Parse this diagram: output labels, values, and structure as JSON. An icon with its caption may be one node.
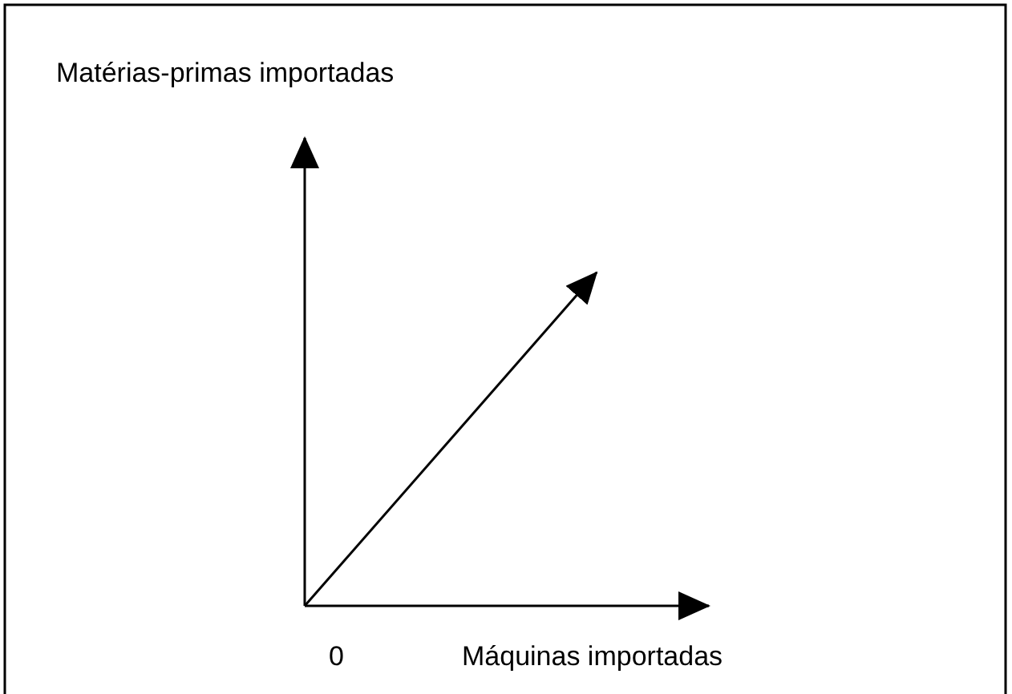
{
  "diagram": {
    "labels": [
      "Matérias-primas importadas",
      "0",
      "Máquinas importadas"
    ]
  }
}
